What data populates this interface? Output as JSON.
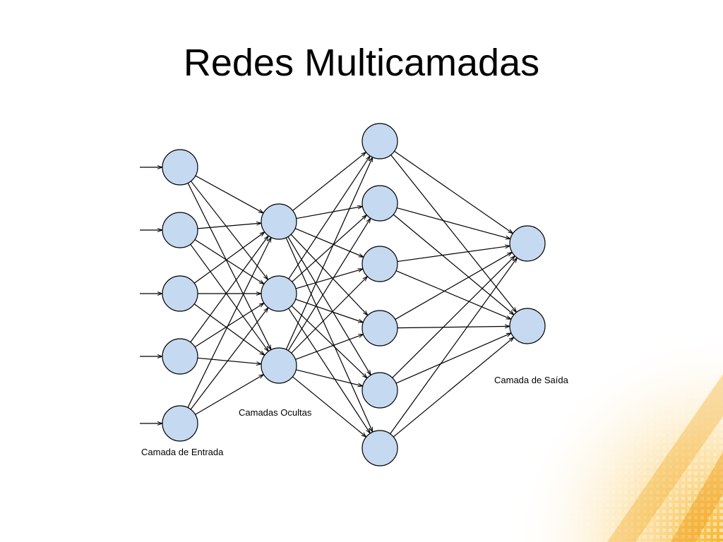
{
  "slide": {
    "title": "Redes Multicamadas"
  },
  "network": {
    "layers": [
      {
        "id": "input",
        "neurons": 5,
        "label": "Camada de Entrada"
      },
      {
        "id": "hidden-1",
        "neurons": 3,
        "label": "Camadas Ocultas"
      },
      {
        "id": "hidden-2",
        "neurons": 6,
        "label": ""
      },
      {
        "id": "output",
        "neurons": 2,
        "label": "Camada de Saída"
      }
    ],
    "external_inputs": 5,
    "fully_connected": true
  },
  "colors": {
    "neuron_fill": "#c5d9f1",
    "neuron_stroke": "#000000",
    "connection": "#000000",
    "accent": "#f5b932"
  },
  "icons": {
    "input_arrow": "arrow-right-icon",
    "connection_arrow": "arrowhead-icon"
  }
}
